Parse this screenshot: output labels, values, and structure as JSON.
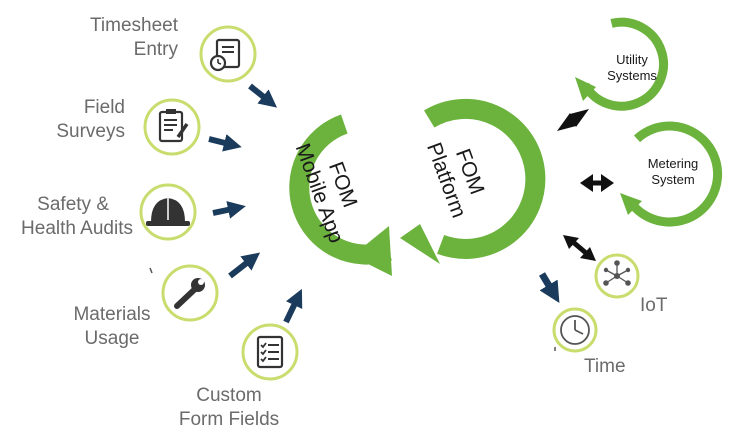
{
  "center": {
    "app_line1": "FOM",
    "app_line2": "Mobile App",
    "platform_line1": "FOM",
    "platform_line2": "Platform"
  },
  "inputs": [
    {
      "line1": "Timesheet",
      "line2": "Entry",
      "icon": "timesheet-clock-icon"
    },
    {
      "line1": "Field",
      "line2": "Surveys",
      "icon": "clipboard-pencil-icon"
    },
    {
      "line1": "Safety &",
      "line2": "Health Audits",
      "icon": "hard-hat-icon"
    },
    {
      "line1": "Materials",
      "line2": "Usage",
      "icon": "wrench-icon"
    },
    {
      "line1": "Custom",
      "line2": "Form Fields",
      "icon": "checklist-icon"
    }
  ],
  "systems": [
    {
      "line1": "Utility",
      "line2": "Systems"
    },
    {
      "line1": "Metering",
      "line2": "System"
    }
  ],
  "outputs": [
    {
      "label": "IoT",
      "icon": "network-nodes-icon"
    },
    {
      "label": "Time",
      "icon": "clock-icon"
    }
  ],
  "colors": {
    "green": "#6cb33e",
    "navy": "#1a3b5c",
    "icon_ring": "#c9dd6e",
    "label_gray": "#6b6b6b"
  }
}
